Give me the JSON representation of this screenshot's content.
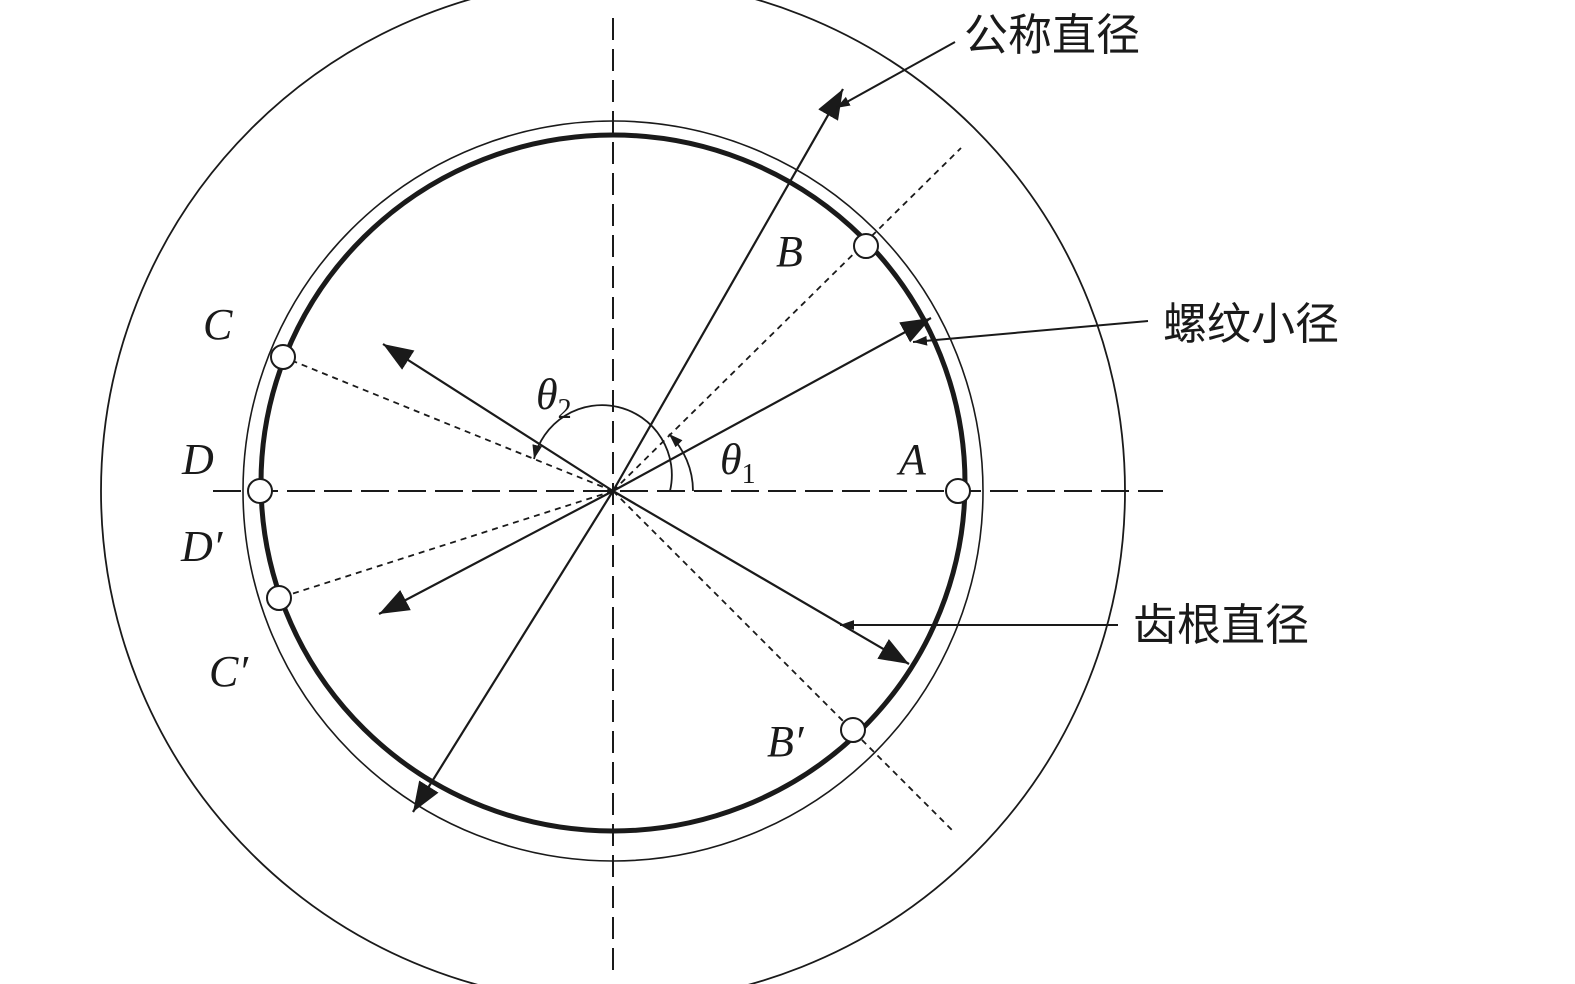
{
  "labels": {
    "point_b": "B",
    "point_b_prime": "B′",
    "point_c": "C",
    "point_c_prime": "C′",
    "point_d": "D",
    "point_d_prime": "D′",
    "point_a": "A",
    "theta_1_symbol": "θ",
    "theta_1_sub": "1",
    "theta_2_symbol": "θ",
    "theta_2_sub": "2"
  },
  "callouts": {
    "nominal_diameter": "公称直径",
    "minor_diameter": "螺纹小径",
    "root_diameter": "齿根直径"
  },
  "colors": {
    "stroke": "#1a1a1a",
    "background": "#ffffff"
  }
}
